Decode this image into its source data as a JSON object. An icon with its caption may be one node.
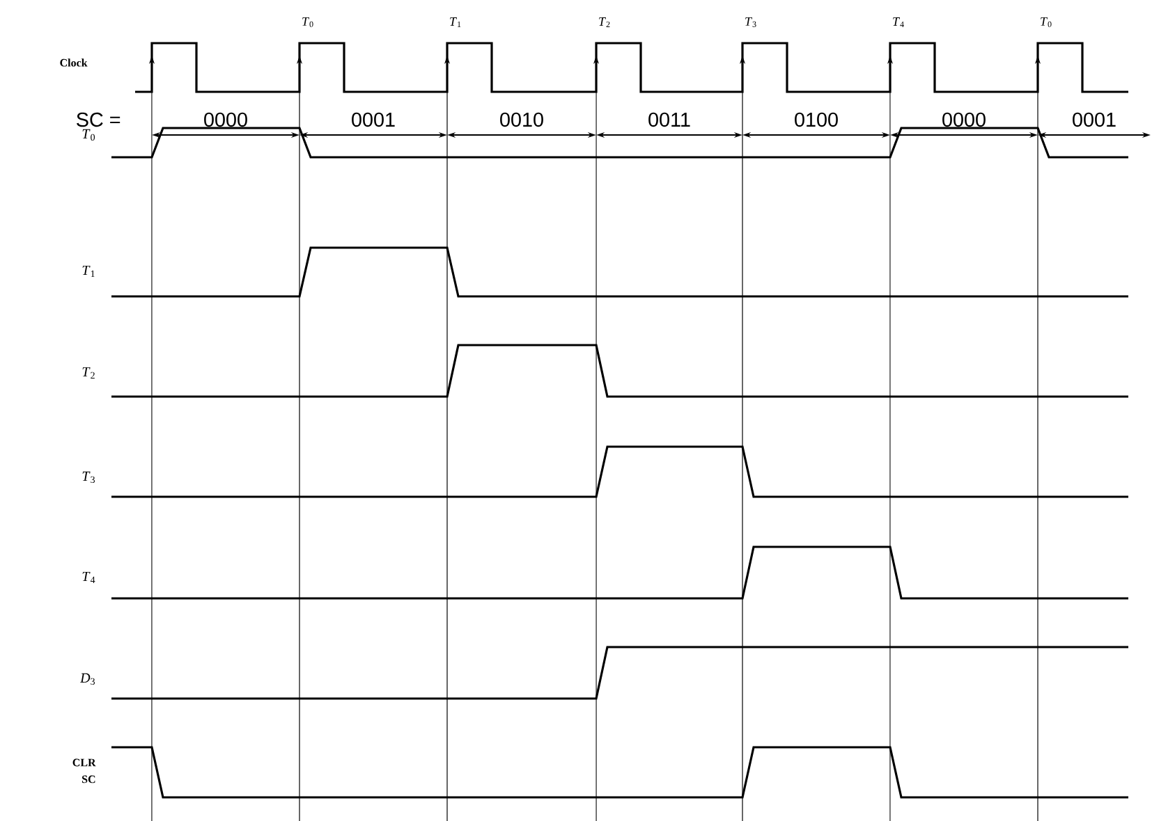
{
  "diagram": {
    "labels": [
      "*T*$_{0}$",
      "*T*$_{1}$",
      "*T*$_{2}$",
      "*T*$_{3}$",
      "*T*$_{4}$",
      "*T*$_{0}$",
      "Clock",
      "SC =",
      "0000",
      "0001",
      "0010",
      "0011",
      "0100",
      "0000",
      "0001",
      "*T*$_{0}$",
      "*T*$_{1}$",
      "*T*$_{2}$",
      "*T*$_{3}$",
      "*T*$_{4}$",
      "*D*$_{3}$",
      "CLR SC"
    ]
  }
}
